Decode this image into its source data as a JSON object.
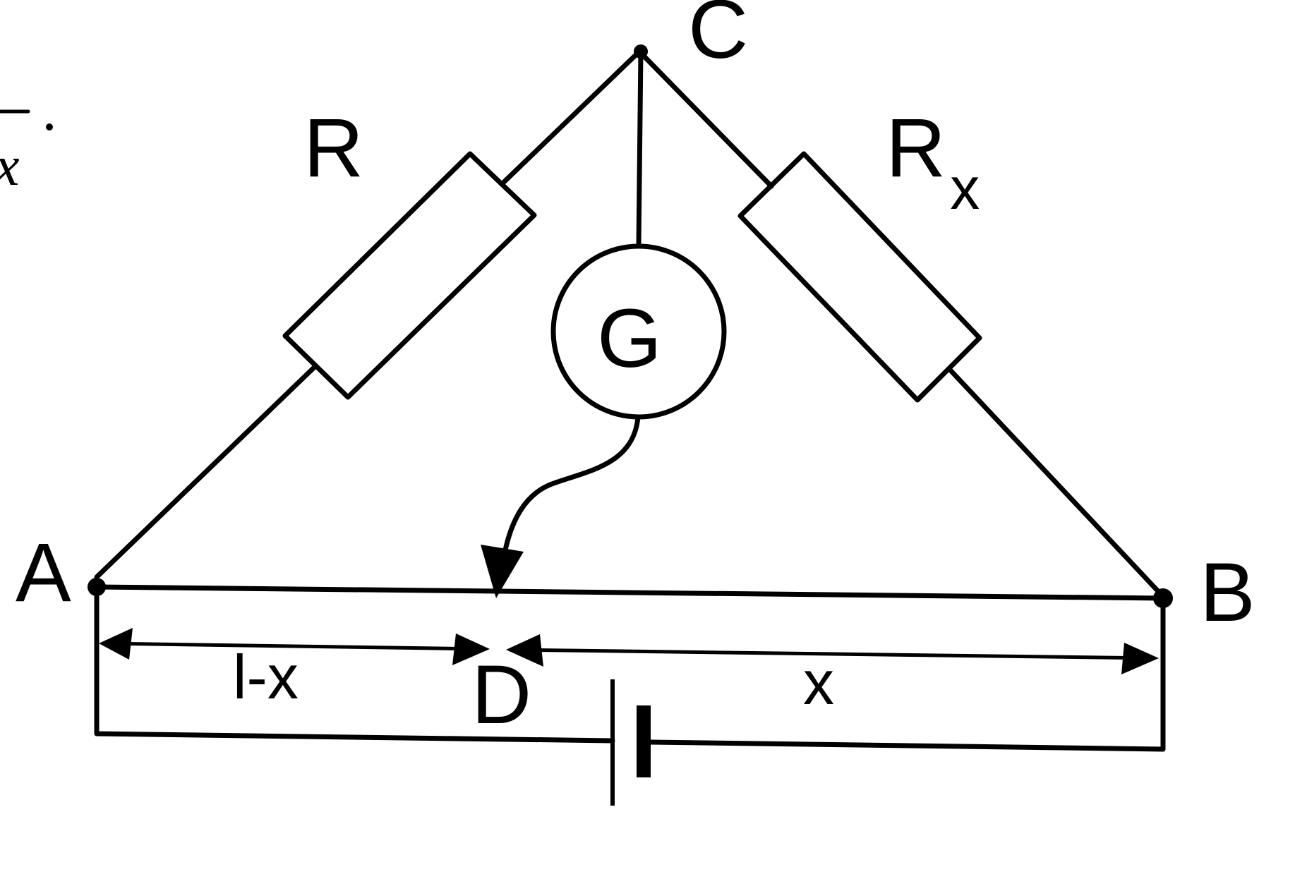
{
  "labels": {
    "C": "C",
    "R": "R",
    "Rx_main": "R",
    "Rx_sub": "x",
    "G": "G",
    "A": "A",
    "B": "B",
    "D": "D",
    "l_minus_x": "l-x",
    "x": "x",
    "formula_fragment": "x"
  },
  "colors": {
    "ink": "#000000",
    "background": "#ffffff"
  }
}
